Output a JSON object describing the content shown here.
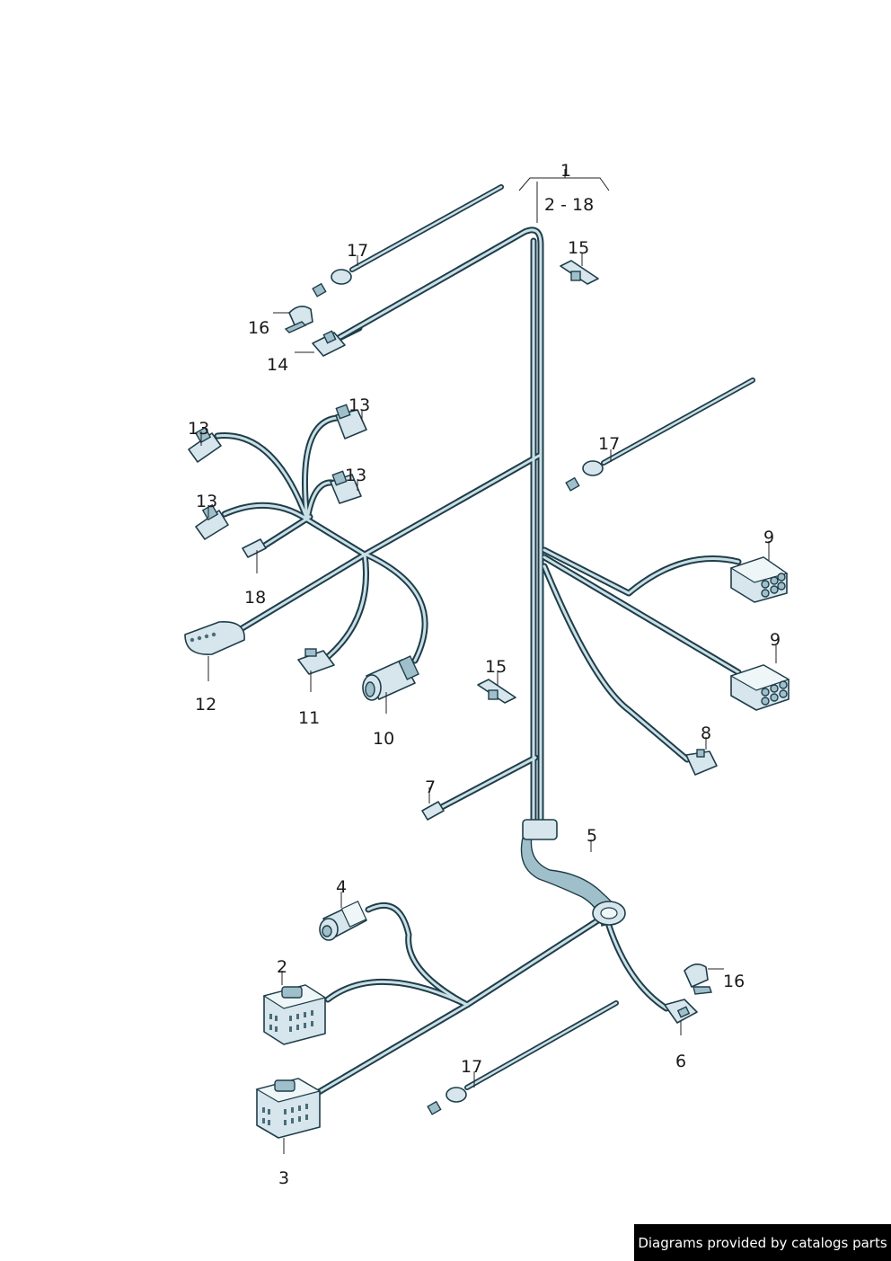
{
  "callouts": {
    "c1": "1",
    "c2_18": "2 - 18",
    "c2": "2",
    "c3": "3",
    "c4": "4",
    "c5": "5",
    "c6": "6",
    "c7": "7",
    "c8": "8",
    "c9a": "9",
    "c9b": "9",
    "c10": "10",
    "c11": "11",
    "c12": "12",
    "c13a": "13",
    "c13b": "13",
    "c13c": "13",
    "c13d": "13",
    "c14": "14",
    "c15a": "15",
    "c15b": "15",
    "c16a": "16",
    "c16b": "16",
    "c17a": "17",
    "c17b": "17",
    "c17c": "17",
    "c18": "18"
  },
  "footer": {
    "credit": "Diagrams provided by catalogs parts"
  },
  "colors": {
    "wire_outline": "#1f3d49",
    "wire_fill": "#c9dfe6",
    "connector": "#d6e6ec"
  }
}
